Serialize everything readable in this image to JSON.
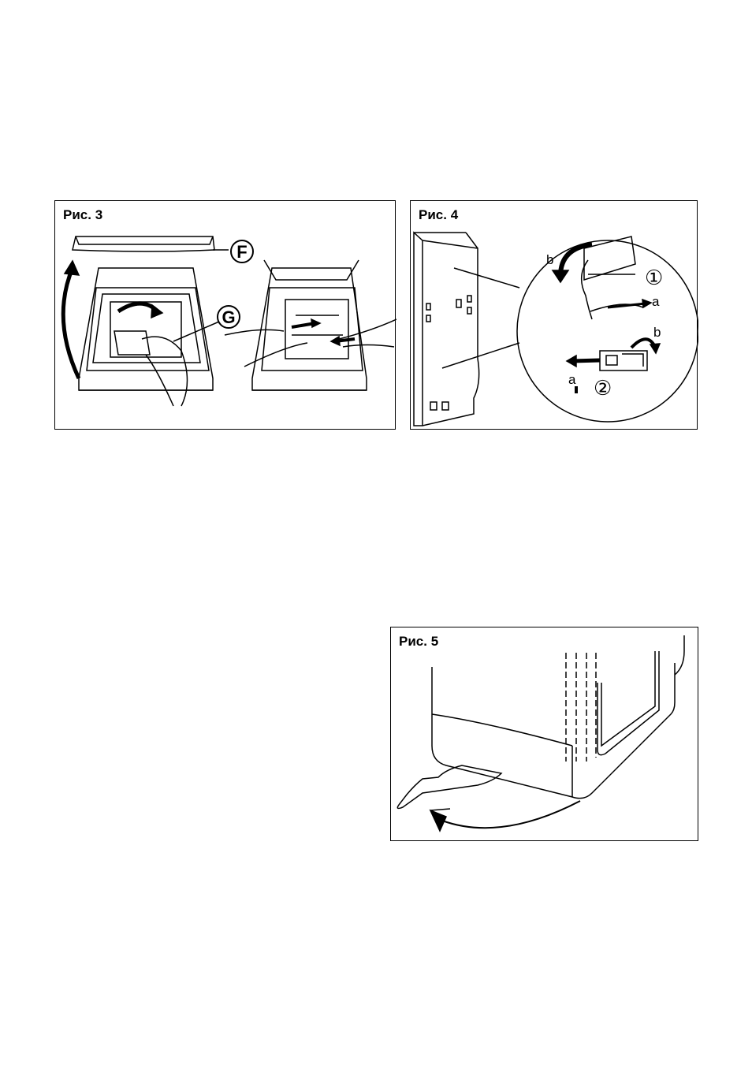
{
  "figures": {
    "fig3": {
      "label": "Рис. 3",
      "callout_f": "F",
      "callout_g": "G"
    },
    "fig4": {
      "label": "Рис. 4",
      "letter_b_top": "b",
      "letter_a_top": "a",
      "step_1": "①",
      "letter_b_bottom": "b",
      "letter_a_bottom": "a",
      "step_2": "②"
    },
    "fig5": {
      "label": "Рис. 5"
    }
  }
}
